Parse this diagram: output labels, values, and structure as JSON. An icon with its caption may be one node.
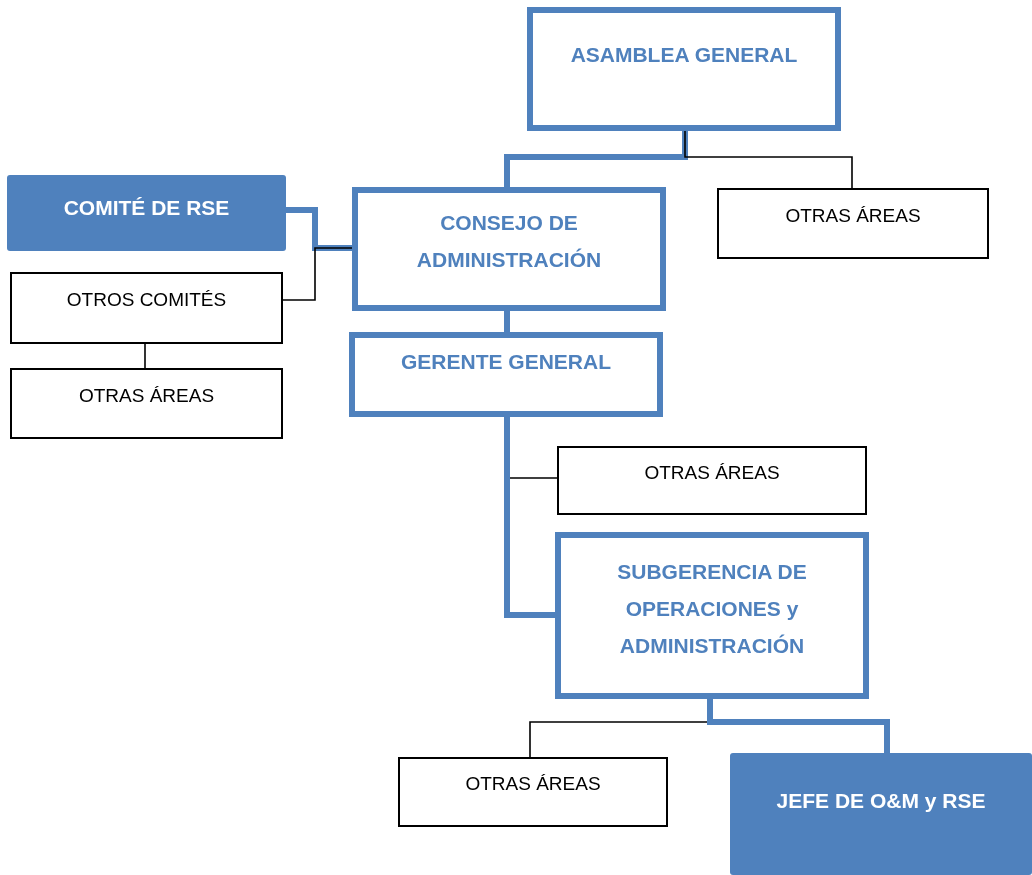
{
  "diagram": {
    "nodes": [
      {
        "text": [
          "ASAMBLEA GENERAL"
        ]
      },
      {
        "text": [
          "COMITÉ DE RSE"
        ]
      },
      {
        "text": [
          "CONSEJO DE ADMINISTRACIÓN"
        ]
      },
      {
        "text": [
          "OTRAS ÁREAS"
        ]
      },
      {
        "text": [
          "OTROS COMITÉS"
        ]
      },
      {
        "text": [
          "OTRAS ÁREAS"
        ]
      },
      {
        "text": [
          "GERENTE GENERAL"
        ]
      },
      {
        "text": [
          "OTRAS ÁREAS"
        ]
      },
      {
        "text": [
          "SUBGERENCIA DE OPERACIONES y ADMINISTRACIÓN"
        ]
      },
      {
        "text": [
          "OTRAS ÁREAS"
        ]
      },
      {
        "text": [
          "JEFE DE O&M y RSE"
        ]
      }
    ],
    "edges": [
      {
        "from": 0,
        "to": 2,
        "arrow": "none",
        "style": "thick"
      },
      {
        "from": 0,
        "to": 3,
        "arrow": "none",
        "color": "#000000"
      },
      {
        "from": 2,
        "to": 1,
        "arrow": "none",
        "style": "thick"
      },
      {
        "from": 2,
        "to": 4,
        "arrow": "none",
        "color": "#000000"
      },
      {
        "from": 4,
        "to": 5,
        "arrow": "none",
        "color": "#000000"
      },
      {
        "from": 2,
        "to": 6,
        "arrow": "none",
        "style": "thick"
      },
      {
        "from": 6,
        "to": 7,
        "arrow": "none",
        "color": "#000000"
      },
      {
        "from": 6,
        "to": 8,
        "arrow": "none",
        "style": "thick"
      },
      {
        "from": 8,
        "to": 9,
        "arrow": "none",
        "color": "#000000"
      },
      {
        "from": 8,
        "to": 10,
        "arrow": "none",
        "style": "thick"
      }
    ]
  }
}
